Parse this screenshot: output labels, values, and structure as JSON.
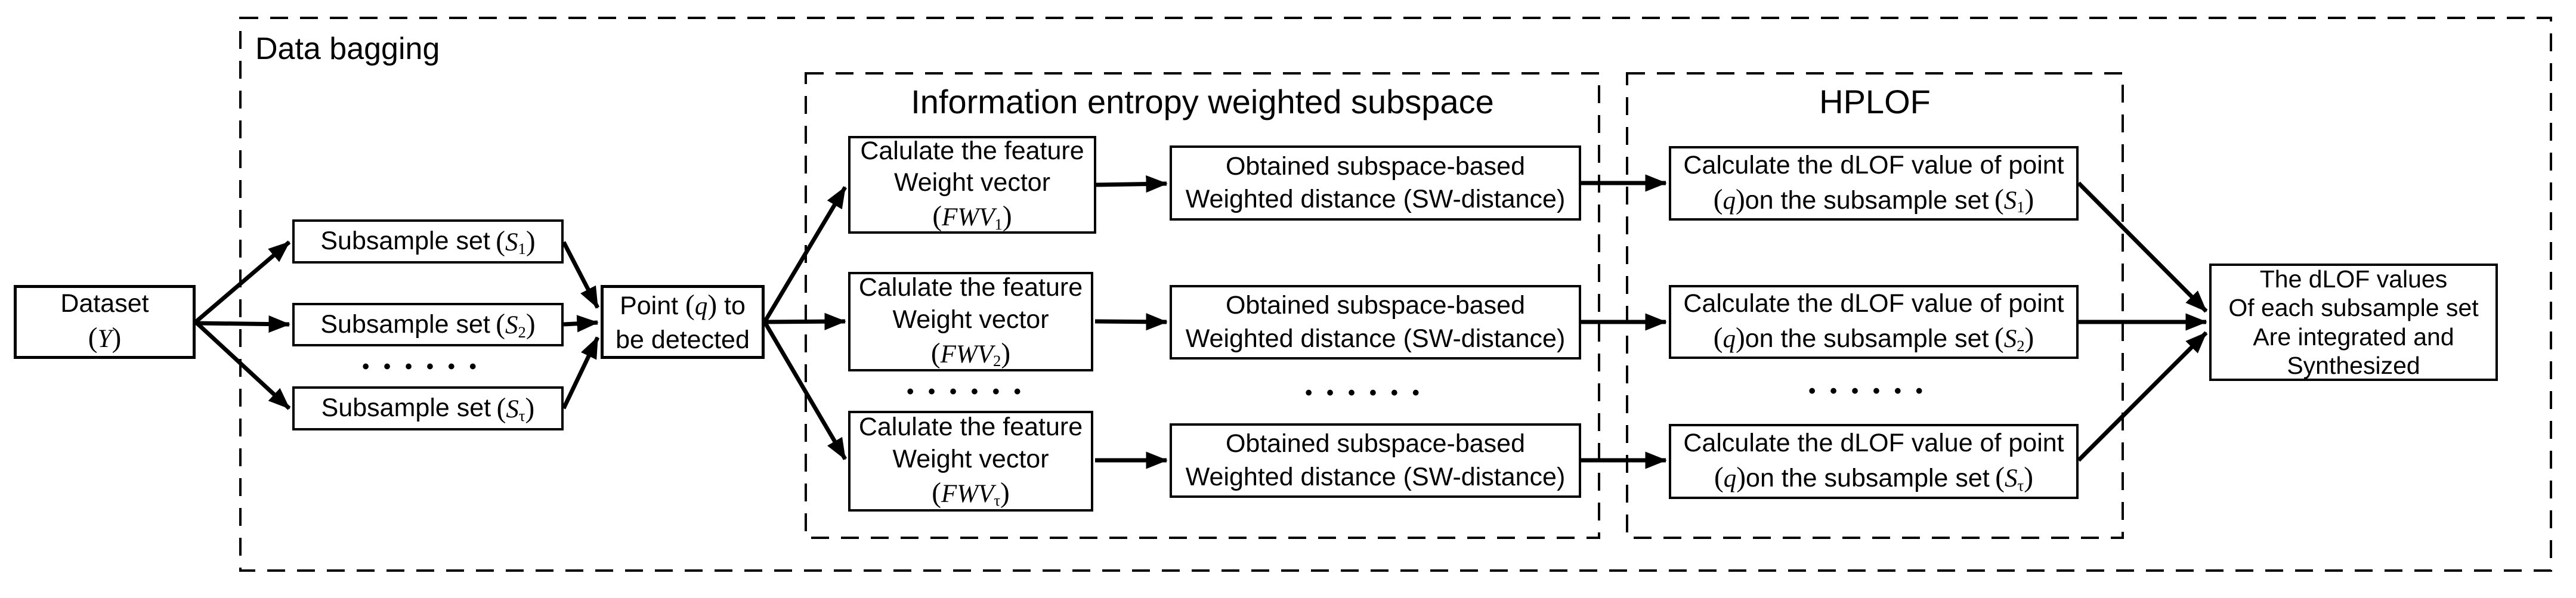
{
  "sections": {
    "bagging": {
      "title": "Data bagging"
    },
    "info": {
      "title": "Information entropy weighted subspace"
    },
    "hplof": {
      "title": "HPLOF"
    }
  },
  "boxes": {
    "dataset": {
      "line1": "Dataset",
      "math": {
        "open": "(",
        "base": "Y",
        "close": ")"
      }
    },
    "subsample": [
      {
        "label": "Subsample set",
        "set": {
          "open": "(",
          "base": "S",
          "sub": "1",
          "close": ")"
        }
      },
      {
        "label": "Subsample set",
        "set": {
          "open": "(",
          "base": "S",
          "sub": "2",
          "close": ")"
        }
      },
      {
        "label": "Subsample set",
        "set": {
          "open": "(",
          "base": "S",
          "sub": "τ",
          "close": ")"
        }
      }
    ],
    "point": {
      "pre": "Point",
      "q": {
        "open": "(",
        "base": "q",
        "close": ")"
      },
      "post": "to",
      "line2": "be detected"
    },
    "fwv": [
      {
        "line1": "Calulate the feature",
        "line2": "Weight vector",
        "math": {
          "open": "(",
          "base": "FWV",
          "sub": "1",
          "close": ")"
        }
      },
      {
        "line1": "Calulate the feature",
        "line2": "Weight vector",
        "math": {
          "open": "(",
          "base": "FWV",
          "sub": "2",
          "close": ")"
        }
      },
      {
        "line1": "Calulate the feature",
        "line2": "Weight vector",
        "math": {
          "open": "(",
          "base": "FWV",
          "sub": "τ",
          "close": ")"
        }
      }
    ],
    "sw": [
      {
        "line1": "Obtained subspace-based",
        "line2": "Weighted distance (SW-distance)"
      },
      {
        "line1": "Obtained subspace-based",
        "line2": "Weighted distance (SW-distance)"
      },
      {
        "line1": "Obtained subspace-based",
        "line2": "Weighted distance (SW-distance)"
      }
    ],
    "dlof": [
      {
        "line1": "Calculate the dLOF value of point",
        "q": {
          "open": "(",
          "base": "q",
          "close": ")"
        },
        "mid": "on the subsample set",
        "set": {
          "open": "(",
          "base": "S",
          "sub": "1",
          "close": ")"
        }
      },
      {
        "line1": "Calculate the dLOF value of point",
        "q": {
          "open": "(",
          "base": "q",
          "close": ")"
        },
        "mid": "on the subsample set",
        "set": {
          "open": "(",
          "base": "S",
          "sub": "2",
          "close": ")"
        }
      },
      {
        "line1": "Calculate the dLOF value of point",
        "q": {
          "open": "(",
          "base": "q",
          "close": ")"
        },
        "mid": "on the subsample set",
        "set": {
          "open": "(",
          "base": "S",
          "sub": "τ",
          "close": ")"
        }
      }
    ],
    "final": {
      "line1": "The dLOF values",
      "line2": "Of each subsample set",
      "line3": "Are integrated and",
      "line4": "Synthesized"
    }
  },
  "ellipsis": "••••••"
}
